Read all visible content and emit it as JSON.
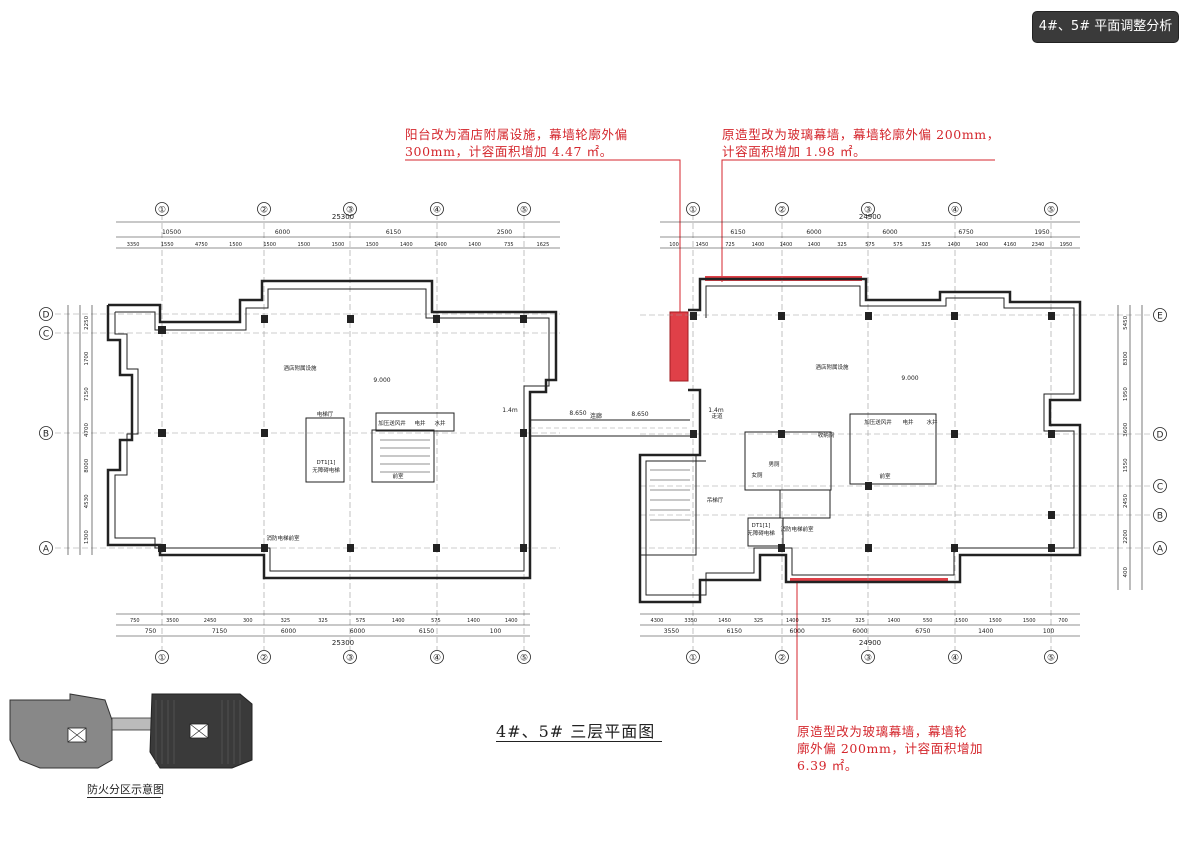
{
  "header": {
    "tag": "4#、5# 平面调整分析"
  },
  "notes": {
    "left": [
      "阳台改为酒店附属设施，幕墙轮廓外偏",
      "300mm，计容面积增加 4.47 ㎡。"
    ],
    "middle": [
      "原造型改为玻璃幕墙，幕墙轮廓外偏 200mm，",
      "计容面积增加 1.98 ㎡。"
    ],
    "bottom": [
      "原造型改为玻璃幕墙，幕墙轮",
      "廓外偏 200mm，计容面积增加",
      "6.39 ㎡。"
    ]
  },
  "title": "4#、5# 三层平面图",
  "fire_zone_label": "防火分区示意图",
  "colors": {
    "highlight": "#e04048",
    "note": "#d4262c",
    "tag_bg": "#3a3a3a"
  },
  "plan_left": {
    "axes": [
      "①",
      "②",
      "③",
      "④",
      "⑤"
    ],
    "rows": [
      "D",
      "C",
      "B",
      "A"
    ],
    "total": "25300",
    "dims_top": [
      "10500",
      "6000",
      "6150",
      "2500"
    ],
    "dims_top2": [
      "3350",
      "1550",
      "4750",
      "1500",
      "1500",
      "1500",
      "1500",
      "1500",
      "1400",
      "1400",
      "1400",
      "735",
      "1625"
    ],
    "dims_bottom": [
      "750",
      "7150",
      "6000",
      "6000",
      "6150",
      "100"
    ],
    "dims_bottom2": [
      "750",
      "3500",
      "2450",
      "300",
      "325",
      "325",
      "575",
      "1400",
      "575",
      "1400",
      "1400"
    ],
    "dims_side": [
      "2250",
      "1700",
      "7150",
      "4700",
      "8000",
      "4530",
      "1300"
    ],
    "labels": [
      "酒店附属设施",
      "电梯厅",
      "加压送风井",
      "电井",
      "水井",
      "DT1[1]",
      "无障碍电梯",
      "前室",
      "消防电梯前室"
    ],
    "level": "9.000",
    "level_corridor": "8.650"
  },
  "plan_right": {
    "axes": [
      "①",
      "②",
      "③",
      "④",
      "⑤"
    ],
    "rows": [
      "E",
      "D",
      "C",
      "B",
      "A"
    ],
    "total": "24900",
    "dims_top": [
      "6150",
      "6000",
      "6000",
      "6750",
      "1950"
    ],
    "dims_top2": [
      "100",
      "1450",
      "725",
      "1400",
      "1400",
      "1400",
      "325",
      "575",
      "575",
      "325",
      "1400",
      "1400",
      "4160",
      "2340",
      "1950"
    ],
    "dims_bottom": [
      "3550",
      "6150",
      "6000",
      "6000",
      "6750",
      "1400",
      "100"
    ],
    "dims_bottom2": [
      "4300",
      "3350",
      "1450",
      "325",
      "1400",
      "325",
      "325",
      "1400",
      "550",
      "1500",
      "1500",
      "1500",
      "700"
    ],
    "dims_side": [
      "5450",
      "8300",
      "1950",
      "3600",
      "1550",
      "2450",
      "2200",
      "400"
    ],
    "labels": [
      "酒店附属设施",
      "走道",
      "吊梯厅",
      "女厕",
      "男厕",
      "DT1[1]",
      "无障碍电梯",
      "消防电梯前室",
      "加压送风井",
      "前室",
      "电井",
      "水井",
      "收纳间"
    ],
    "level": "9.000"
  },
  "connector": {
    "label": "连廊",
    "level": "8.650",
    "width_text": "1.4m"
  }
}
